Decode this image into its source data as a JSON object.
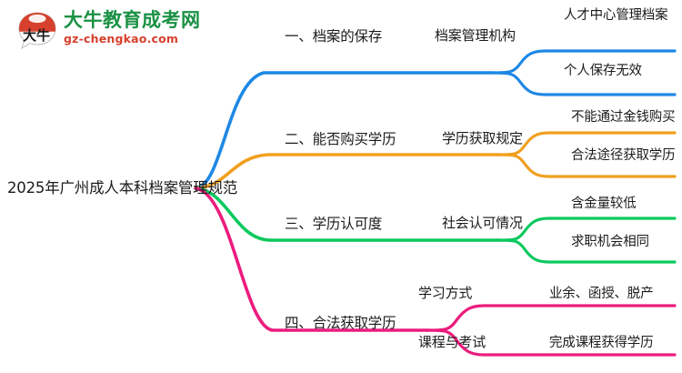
{
  "brand": {
    "logo_icon": "speech-bubble-logo-icon",
    "mark_text": "大牛",
    "name_cn": "大牛教育成考网",
    "name_en": "gz-chengkao.com",
    "color_cn": "#1a9144",
    "color_en": "#d6402c"
  },
  "mindmap": {
    "root": "2025年广州成人本科档案管理规范",
    "branches": [
      {
        "color": "#1E88E5",
        "level1": "一、档案的保存",
        "level2": "档案管理机构",
        "leaves": [
          "人才中心管理档案",
          "个人保存无效"
        ]
      },
      {
        "color": "#F0A01E",
        "level1": "二、能否购买学历",
        "level2": "学历获取规定",
        "leaves": [
          "不能通过金钱购买",
          "合法途径获取学历"
        ]
      },
      {
        "color": "#0BC95E",
        "level1": "三、学历认可度",
        "level2": "社会认可情况",
        "leaves": [
          "含金量较低",
          "求职机会相同"
        ]
      },
      {
        "color": "#EC1C7E",
        "level1": "四、合法获取学历",
        "level2_pairs": [
          {
            "label": "学习方式",
            "leaf": "业余、函授、脱产"
          },
          {
            "label": "课程与考试",
            "leaf": "完成课程获得学历"
          }
        ]
      }
    ]
  }
}
